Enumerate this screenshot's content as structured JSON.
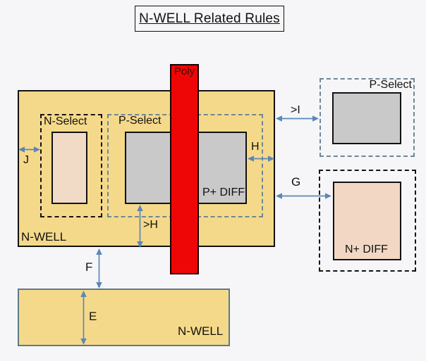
{
  "title": {
    "text": "N-WELL Related Rules"
  },
  "regions": {
    "main_nwell": {
      "label": "N-WELL"
    },
    "lower_nwell": {
      "label": "N-WELL"
    },
    "n_select": {
      "label": "N-Select"
    },
    "p_select_main": {
      "label": "P-Select"
    },
    "p_select_right": {
      "label": "P-Select"
    },
    "p_plus_diff": {
      "label": "P+ DIFF"
    },
    "n_plus_diff": {
      "label": "N+ DIFF"
    },
    "poly": {
      "label": "Poly"
    }
  },
  "dimensions": {
    "J": {
      "label": "J"
    },
    "H": {
      "label": "H"
    },
    "gtH": {
      "label": ">H"
    },
    "gtI": {
      "label": ">I"
    },
    "G": {
      "label": "G"
    },
    "F": {
      "label": "F"
    },
    "E": {
      "label": "E"
    }
  },
  "colors": {
    "background": "#f6f6f8",
    "nwell_fill": "#f5d98a",
    "outline_black": "#111111",
    "lower_nwell_border": "#5d7987",
    "poly_fill": "#ee0606",
    "poly_text": "#3f0a08",
    "diff_gray_fill": "#c9c9c9",
    "n_select_inner_fill": "#f1dbc7",
    "n_diff_fill": "#f2d8c4",
    "p_select_border": "#6d8796",
    "arrow": "#5b87b8"
  }
}
